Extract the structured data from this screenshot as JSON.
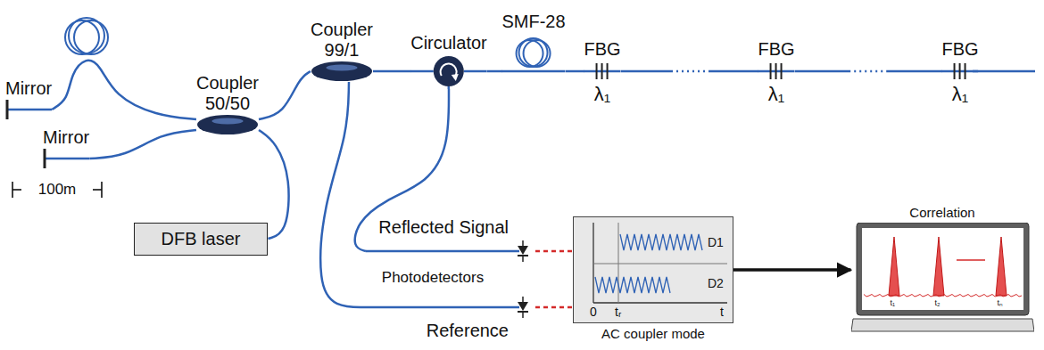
{
  "diagram": {
    "nodes": [
      {
        "text": [
          "Mirror"
        ]
      },
      {
        "text": [
          "Coupler 50/50"
        ]
      },
      {
        "text": [
          "Coupler 99/1"
        ]
      },
      {
        "text": [
          "Circulator"
        ]
      },
      {
        "text": [
          "SMF-28"
        ]
      },
      {
        "text": [
          "FBG",
          "λ₁"
        ]
      },
      {
        "text": [
          "FBG",
          "λ₁"
        ]
      },
      {
        "text": [
          "FBG",
          "λ₁"
        ]
      },
      {
        "text": [
          "Mirror"
        ]
      },
      {
        "text": [
          "DFB laser"
        ]
      },
      {
        "text": [
          "Reflected Signal"
        ]
      },
      {
        "text": [
          "Reference"
        ]
      },
      {
        "text": [
          "D1",
          "D2",
          "0",
          "tᵣ",
          "t",
          "AC coupler mode"
        ]
      },
      {
        "text": [
          "Correlation",
          "t₁",
          "t₂",
          "tₙ"
        ]
      }
    ],
    "edges": [
      {
        "from": 9,
        "to": 1,
        "arrow": "none"
      },
      {
        "from": 1,
        "to": 0,
        "arrow": "none"
      },
      {
        "from": 1,
        "to": 8,
        "arrow": "none"
      },
      {
        "from": 1,
        "to": 2,
        "arrow": "none"
      },
      {
        "from": 2,
        "to": 3,
        "arrow": "none"
      },
      {
        "from": 3,
        "to": 4,
        "arrow": "none"
      },
      {
        "from": 4,
        "to": 5,
        "arrow": "none"
      },
      {
        "from": 5,
        "to": 6,
        "arrow": "none"
      },
      {
        "from": 6,
        "to": 7,
        "arrow": "none"
      },
      {
        "from": 3,
        "to": 10,
        "arrow": "none"
      },
      {
        "from": 2,
        "to": 11,
        "arrow": "none"
      },
      {
        "from": 10,
        "to": 12,
        "arrow": "none"
      },
      {
        "from": 11,
        "to": 12,
        "arrow": "none"
      },
      {
        "from": 12,
        "to": 13,
        "arrow": "to"
      }
    ],
    "labels": [
      "100m",
      "Photodetectors"
    ]
  }
}
